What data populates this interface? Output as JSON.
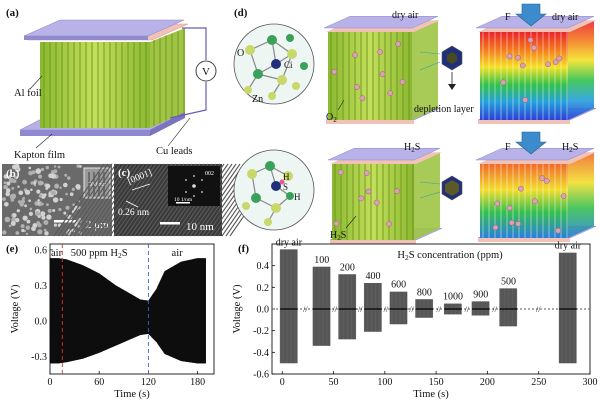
{
  "panels": {
    "a": {
      "tag": "(a)",
      "labels": {
        "al_foil": "Al foil",
        "kapton": "Kapton film",
        "cu_leads": "Cu leads",
        "meter": "V"
      }
    },
    "b": {
      "tag": "(b)",
      "inset_scale": "200 nm",
      "scale": "2 μm"
    },
    "c": {
      "tag": "(c)",
      "direction": "[0001]",
      "spacing": "0.26 nm",
      "diffraction_spot": "002",
      "inset_scale": "10 1/nm",
      "scale": "10 nm"
    },
    "d": {
      "tag": "(d)",
      "top": {
        "env_left": "dry air",
        "env_right": "dry air",
        "force": "F",
        "atom_o": "O",
        "atom_zn": "Zn",
        "atom_ci": "Ci",
        "molecule": "O",
        "molecule_sub": "2",
        "depletion": "depletion layer"
      },
      "bottom": {
        "env_left": "H",
        "env_left_sub": "2",
        "env_left_end": "S",
        "env_right": "H",
        "env_right_sub": "2",
        "env_right_end": "S",
        "force": "F",
        "atom_h1": "H",
        "atom_s": "S",
        "atom_h2": "H",
        "molecule": "H",
        "molecule_sub": "2",
        "molecule_end": "S"
      }
    }
  },
  "chart_data": [
    {
      "panel": "(e)",
      "type": "area",
      "xlabel": "Time (s)",
      "ylabel": "Voltage (V)",
      "xlim": [
        0,
        200
      ],
      "ylim": [
        -0.45,
        0.65
      ],
      "xticks": [
        0,
        60,
        120,
        180
      ],
      "yticks": [
        -0.3,
        0.0,
        0.3,
        0.6
      ],
      "ytick_labels": [
        "-0.3",
        "0.0",
        "0.3",
        "0.6"
      ],
      "annotations": [
        {
          "text": "air",
          "x": 8
        },
        {
          "text": "500 ppm H",
          "sub": "2",
          "end": "S",
          "x": 60
        },
        {
          "text": "air",
          "x": 155
        }
      ],
      "markers": [
        15,
        120
      ],
      "envelope": {
        "x": [
          0,
          10,
          20,
          40,
          60,
          80,
          100,
          110,
          120,
          130,
          140,
          160,
          180,
          190
        ],
        "upper": [
          0.53,
          0.53,
          0.52,
          0.47,
          0.4,
          0.3,
          0.22,
          0.18,
          0.17,
          0.27,
          0.42,
          0.5,
          0.53,
          0.53
        ],
        "lower": [
          -0.36,
          -0.36,
          -0.35,
          -0.32,
          -0.27,
          -0.21,
          -0.15,
          -0.12,
          -0.11,
          -0.18,
          -0.28,
          -0.34,
          -0.36,
          -0.36
        ]
      }
    },
    {
      "panel": "(f)",
      "type": "area",
      "title": "H",
      "title_sub": "2",
      "title_end": "S concentration (ppm)",
      "xlabel": "Time (s)",
      "ylabel": "Voltage (V)",
      "xlim": [
        -10,
        300
      ],
      "ylim": [
        -0.6,
        0.6
      ],
      "xticks": [
        0,
        50,
        100,
        150,
        200,
        250,
        300
      ],
      "yticks": [
        -0.6,
        -0.4,
        -0.2,
        0.0,
        0.2,
        0.4
      ],
      "ytick_labels": [
        "-0.6",
        "-0.4",
        "-0.2",
        "0.0",
        "0.2",
        "0.4"
      ],
      "segments": [
        {
          "label": "dry air",
          "x0": -2,
          "x1": 15,
          "top": 0.55,
          "bottom": -0.5
        },
        {
          "label": "100",
          "x0": 30,
          "x1": 47,
          "top": 0.39,
          "bottom": -0.34
        },
        {
          "label": "200",
          "x0": 55,
          "x1": 72,
          "top": 0.32,
          "bottom": -0.28
        },
        {
          "label": "400",
          "x0": 80,
          "x1": 97,
          "top": 0.24,
          "bottom": -0.21
        },
        {
          "label": "600",
          "x0": 105,
          "x1": 122,
          "top": 0.16,
          "bottom": -0.14
        },
        {
          "label": "800",
          "x0": 130,
          "x1": 147,
          "top": 0.09,
          "bottom": -0.08
        },
        {
          "label": "1000",
          "x0": 158,
          "x1": 175,
          "top": 0.05,
          "bottom": -0.05
        },
        {
          "label": "900",
          "x0": 185,
          "x1": 202,
          "top": 0.07,
          "bottom": -0.06
        },
        {
          "label": "500",
          "x0": 212,
          "x1": 229,
          "top": 0.19,
          "bottom": -0.16
        },
        {
          "label": "dry air",
          "x0": 270,
          "x1": 287,
          "top": 0.52,
          "bottom": -0.5
        }
      ]
    }
  ]
}
